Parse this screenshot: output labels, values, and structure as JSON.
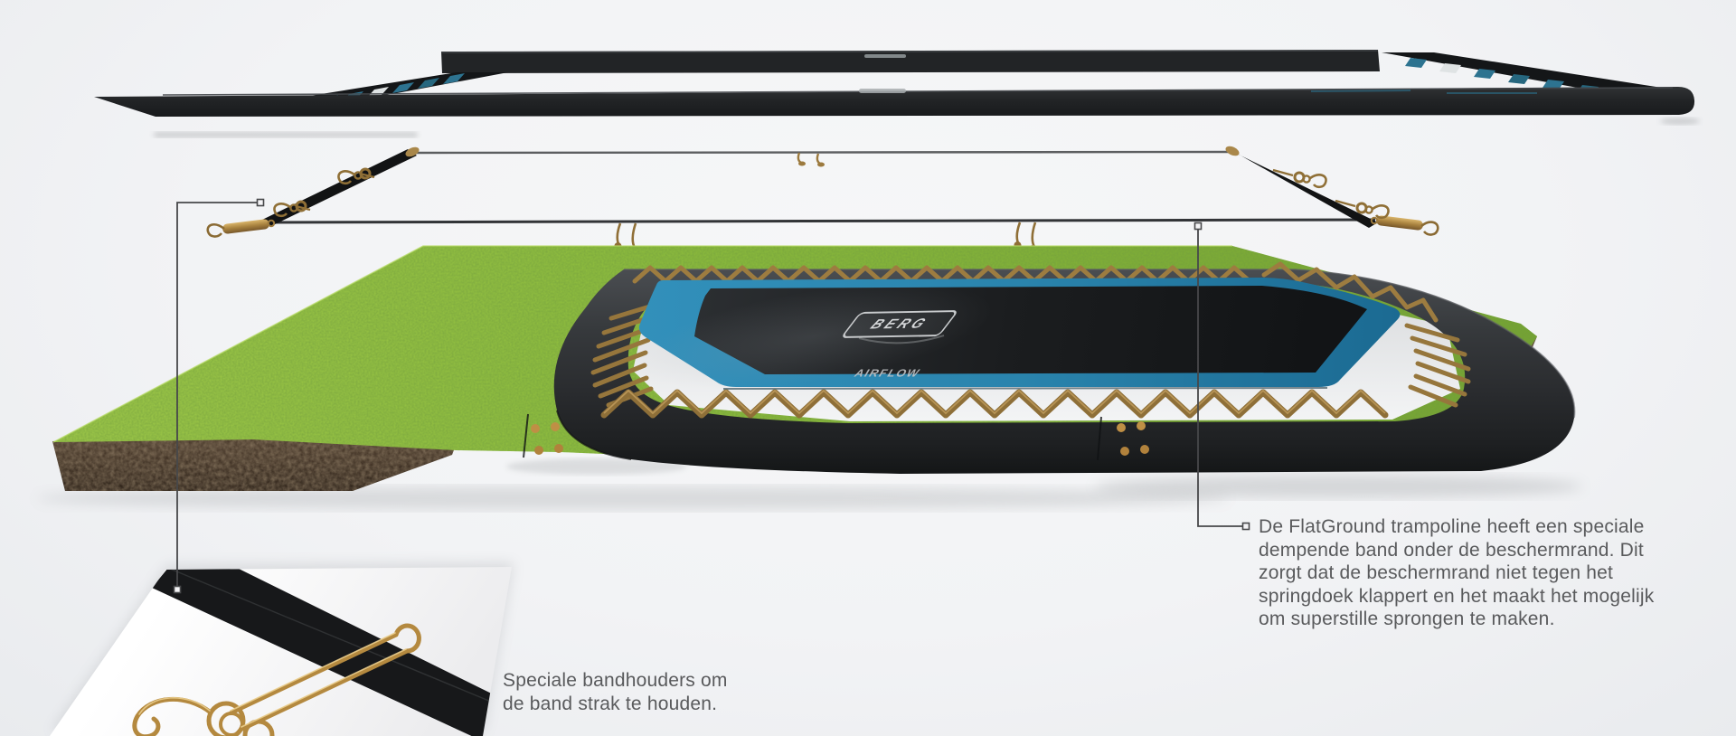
{
  "annotations": {
    "left_note": {
      "line1": "Speciale bandhouders om",
      "line2": "de band strak te houden."
    },
    "right_note": {
      "line1": "De FlatGround trampoline heeft een speciale",
      "line2": "dempende band onder de beschermrand. Dit",
      "line3": "zorgt dat de beschermrand niet tegen het",
      "line4": "springdoek klappert en het maakt het mogelijk",
      "line5": "om superstille sprongen te maken."
    }
  },
  "product": {
    "brand": "BERG",
    "mat_label": "AIRFLOW"
  },
  "colors": {
    "accent_teal": "#2a84ad",
    "brass": "#b4893f",
    "grass": "#8dbd3c",
    "text": "#595a5c",
    "background": "#f3f4f6"
  }
}
